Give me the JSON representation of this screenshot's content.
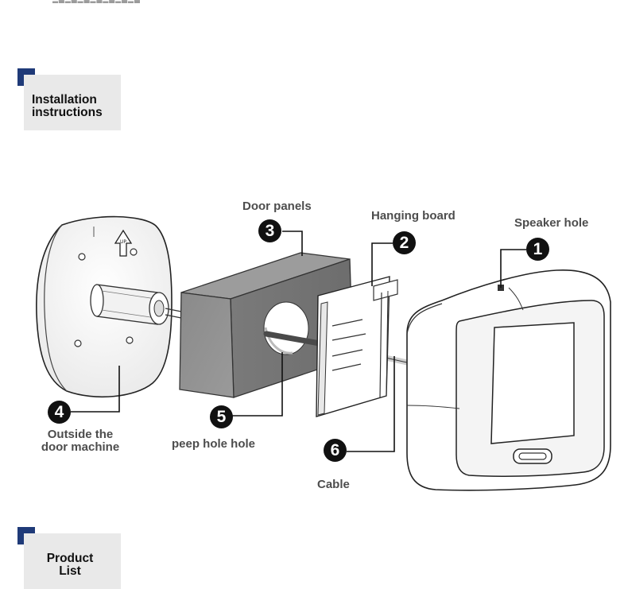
{
  "section_install": {
    "title_line1": "Installation",
    "title_line2": "instructions"
  },
  "section_product": {
    "title_line1": "Product",
    "title_line2": "List"
  },
  "diagram": {
    "parts": [
      {
        "number": "1",
        "label": "Speaker hole"
      },
      {
        "number": "2",
        "label": "Hanging board"
      },
      {
        "number": "3",
        "label": "Door panels"
      },
      {
        "number": "4",
        "label_line1": "Outside the",
        "label_line2": "door machine"
      },
      {
        "number": "5",
        "label": "peep hole hole"
      },
      {
        "number": "6",
        "label": "Cable"
      }
    ]
  },
  "colors": {
    "accent": "#1f3a78",
    "label": "#4d4d4d",
    "door_panel": "#8f8f8f"
  },
  "icons": [
    "up-arrow-icon"
  ]
}
